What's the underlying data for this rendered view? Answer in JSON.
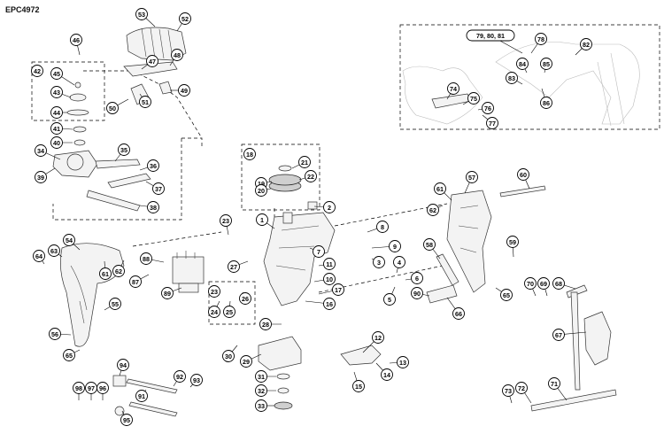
{
  "document_code": "EPC4972",
  "callouts": [
    {
      "id": "1",
      "label": "1"
    },
    {
      "id": "2",
      "label": "2"
    },
    {
      "id": "3",
      "label": "3"
    },
    {
      "id": "4",
      "label": "4"
    },
    {
      "id": "5",
      "label": "5"
    },
    {
      "id": "6",
      "label": "6"
    },
    {
      "id": "7",
      "label": "7"
    },
    {
      "id": "8",
      "label": "8"
    },
    {
      "id": "9",
      "label": "9"
    },
    {
      "id": "10",
      "label": "10"
    },
    {
      "id": "11",
      "label": "11"
    },
    {
      "id": "12",
      "label": "12"
    },
    {
      "id": "13",
      "label": "13"
    },
    {
      "id": "14",
      "label": "14"
    },
    {
      "id": "15",
      "label": "15"
    },
    {
      "id": "16",
      "label": "16"
    },
    {
      "id": "17",
      "label": "17"
    },
    {
      "id": "18",
      "label": "18"
    },
    {
      "id": "19",
      "label": "19"
    },
    {
      "id": "20",
      "label": "20"
    },
    {
      "id": "21",
      "label": "21"
    },
    {
      "id": "22",
      "label": "22"
    },
    {
      "id": "23a",
      "label": "23"
    },
    {
      "id": "23b",
      "label": "23"
    },
    {
      "id": "24",
      "label": "24"
    },
    {
      "id": "25",
      "label": "25"
    },
    {
      "id": "26",
      "label": "26"
    },
    {
      "id": "27",
      "label": "27"
    },
    {
      "id": "28",
      "label": "28"
    },
    {
      "id": "29",
      "label": "29"
    },
    {
      "id": "30",
      "label": "30"
    },
    {
      "id": "31",
      "label": "31"
    },
    {
      "id": "32",
      "label": "32"
    },
    {
      "id": "33",
      "label": "33"
    },
    {
      "id": "34",
      "label": "34"
    },
    {
      "id": "35",
      "label": "35"
    },
    {
      "id": "36",
      "label": "36"
    },
    {
      "id": "37",
      "label": "37"
    },
    {
      "id": "38",
      "label": "38"
    },
    {
      "id": "39",
      "label": "39"
    },
    {
      "id": "40",
      "label": "40"
    },
    {
      "id": "41",
      "label": "41"
    },
    {
      "id": "42",
      "label": "42"
    },
    {
      "id": "43",
      "label": "43"
    },
    {
      "id": "44",
      "label": "44"
    },
    {
      "id": "45",
      "label": "45"
    },
    {
      "id": "46",
      "label": "46"
    },
    {
      "id": "47",
      "label": "47"
    },
    {
      "id": "48",
      "label": "48"
    },
    {
      "id": "49",
      "label": "49"
    },
    {
      "id": "50",
      "label": "50"
    },
    {
      "id": "51",
      "label": "51"
    },
    {
      "id": "52",
      "label": "52"
    },
    {
      "id": "53",
      "label": "53"
    },
    {
      "id": "54",
      "label": "54"
    },
    {
      "id": "55",
      "label": "55"
    },
    {
      "id": "56",
      "label": "56"
    },
    {
      "id": "57",
      "label": "57"
    },
    {
      "id": "58",
      "label": "58"
    },
    {
      "id": "59",
      "label": "59"
    },
    {
      "id": "60",
      "label": "60"
    },
    {
      "id": "61a",
      "label": "61"
    },
    {
      "id": "61b",
      "label": "61"
    },
    {
      "id": "62a",
      "label": "62"
    },
    {
      "id": "62b",
      "label": "62"
    },
    {
      "id": "63",
      "label": "63"
    },
    {
      "id": "64",
      "label": "64"
    },
    {
      "id": "65a",
      "label": "65"
    },
    {
      "id": "65b",
      "label": "65"
    },
    {
      "id": "66",
      "label": "66"
    },
    {
      "id": "67",
      "label": "67"
    },
    {
      "id": "68",
      "label": "68"
    },
    {
      "id": "69",
      "label": "69"
    },
    {
      "id": "70",
      "label": "70"
    },
    {
      "id": "71",
      "label": "71"
    },
    {
      "id": "72",
      "label": "72"
    },
    {
      "id": "73",
      "label": "73"
    },
    {
      "id": "74",
      "label": "74"
    },
    {
      "id": "75",
      "label": "75"
    },
    {
      "id": "76",
      "label": "76"
    },
    {
      "id": "77",
      "label": "77"
    },
    {
      "id": "78",
      "label": "78"
    },
    {
      "id": "79",
      "label": "79, 80, 81"
    },
    {
      "id": "82",
      "label": "82"
    },
    {
      "id": "83",
      "label": "83"
    },
    {
      "id": "84",
      "label": "84"
    },
    {
      "id": "85",
      "label": "85"
    },
    {
      "id": "86",
      "label": "86"
    },
    {
      "id": "87",
      "label": "87"
    },
    {
      "id": "88",
      "label": "88"
    },
    {
      "id": "89",
      "label": "89"
    },
    {
      "id": "90",
      "label": "90"
    },
    {
      "id": "91",
      "label": "91"
    },
    {
      "id": "92",
      "label": "92"
    },
    {
      "id": "93",
      "label": "93"
    },
    {
      "id": "94",
      "label": "94"
    },
    {
      "id": "95",
      "label": "95"
    },
    {
      "id": "96",
      "label": "96"
    },
    {
      "id": "97",
      "label": "97"
    },
    {
      "id": "98",
      "label": "98"
    }
  ]
}
